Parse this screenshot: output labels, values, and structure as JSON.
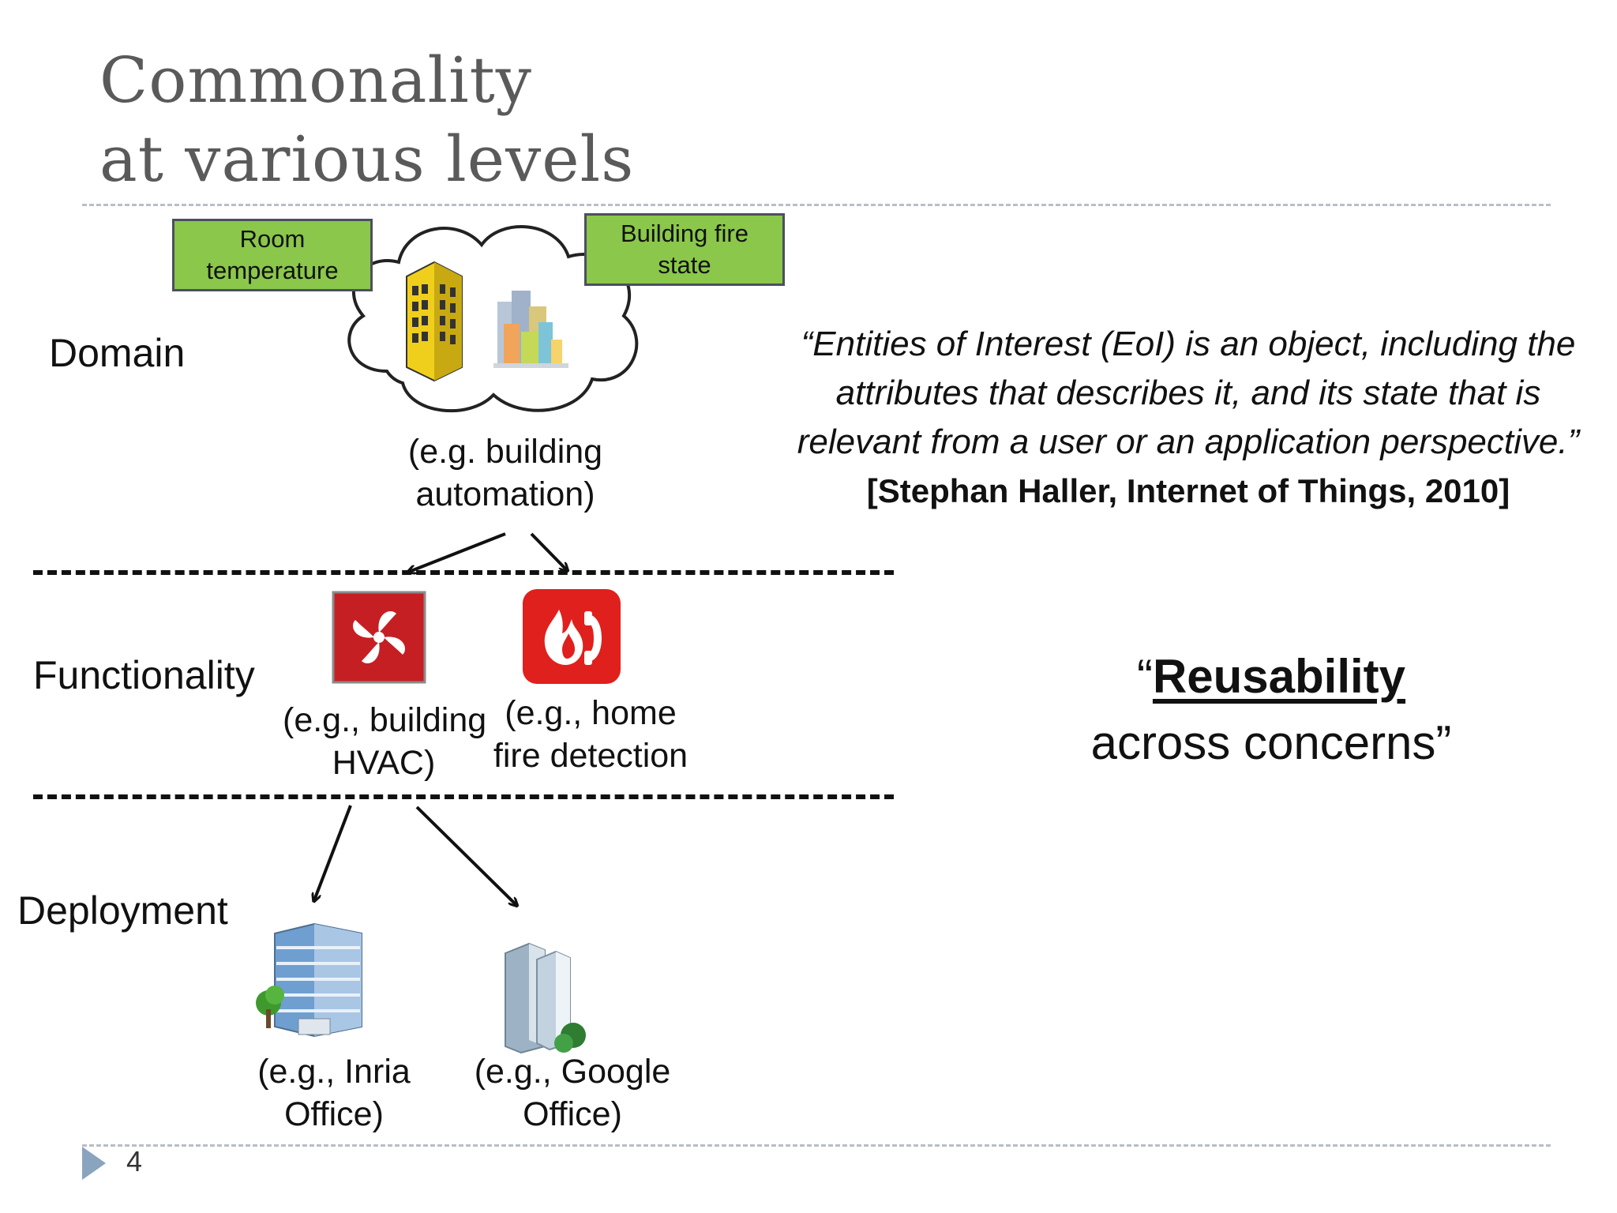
{
  "title": {
    "line1": "Commonality",
    "line2": "at various levels"
  },
  "levels": {
    "domain": "Domain",
    "functionality": "Functionality",
    "deployment": "Deployment"
  },
  "domain": {
    "box_left": "Room temperature",
    "box_right_line1": "Building fire",
    "box_right_line2": "state",
    "box_left_line1": "Room",
    "box_left_line2": "temperature",
    "caption_line1": "(e.g.  building",
    "caption_line2": "automation)"
  },
  "functionality": {
    "hvac_line1": "(e.g., building",
    "hvac_line2": "HVAC)",
    "fire_line1": "(e.g.,  home",
    "fire_line2": "fire detection"
  },
  "deployment": {
    "inria_line1": "(e.g.,  Inria",
    "inria_line2": "Office)",
    "google_line1": "(e.g.,  Google",
    "google_line2": "Office)"
  },
  "quote": {
    "line1": "“Entities of  Interest (EoI)  is an object,  including the",
    "line2": "attributes that describes it,  and its state that  is",
    "line3": "relevant from  a user or an application perspective.”",
    "citation": "[Stephan Haller,  Internet of Things,  2010]"
  },
  "reusability": {
    "open_quote": "“",
    "word": "Reusability",
    "line2": "across concerns”"
  },
  "footer": {
    "page_number": "4"
  },
  "colors": {
    "title": "#5a5a5a",
    "green_box": "#8ac74a",
    "icon_red": "#e0201c",
    "footer_triangle": "#8aa4bf"
  }
}
